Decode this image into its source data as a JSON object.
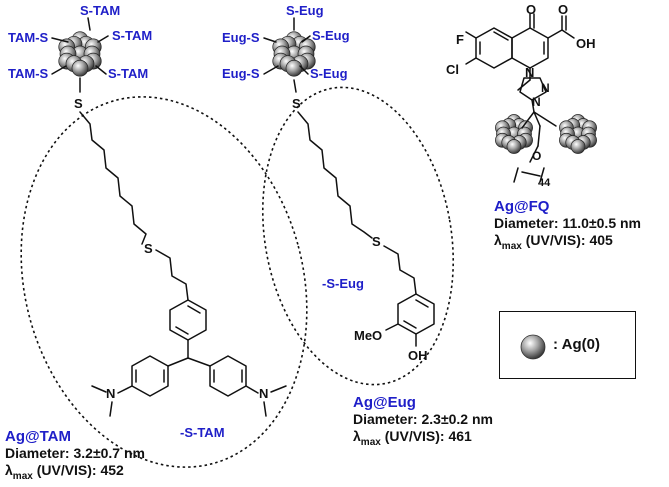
{
  "panels": [
    {
      "key": "tam",
      "name": "Ag@TAM",
      "ligand_labels": [
        "S-TAM",
        "TAM-S",
        "S-TAM",
        "TAM-S",
        "S-TAM"
      ],
      "ligand_tag": "-S-TAM",
      "diameter_label": "Diameter:",
      "diameter_value": "3.2±0.7 nm",
      "lambda_symbol": "λ",
      "lambda_sub": "max",
      "lambda_label": "(UV/VIS):",
      "lambda_value": "452"
    },
    {
      "key": "eug",
      "name": "Ag@Eug",
      "ligand_labels": [
        "S-Eug",
        "Eug-S",
        "S-Eug",
        "Eug-S",
        "S-Eug"
      ],
      "ligand_tag": "-S-Eug",
      "diameter_label": "Diameter:",
      "diameter_value": "2.3±0.2 nm",
      "lambda_symbol": "λ",
      "lambda_sub": "max",
      "lambda_label": "(UV/VIS):",
      "lambda_value": "461"
    },
    {
      "key": "fq",
      "name": "Ag@FQ",
      "diameter_label": "Diameter:",
      "diameter_value": "11.0±0.5 nm",
      "lambda_symbol": "λ",
      "lambda_sub": "max",
      "lambda_label": "(UV/VIS):",
      "lambda_value": "405"
    }
  ],
  "atoms": {
    "sulfur": "S",
    "fluorine": "F",
    "chlorine": "Cl",
    "nitrogen": "N",
    "oxygen": "O",
    "carboxyl": "OH",
    "methoxy": "MeO",
    "hydroxyl": "OH",
    "peg_repeat": "44"
  },
  "legend": {
    "text": ": Ag(0)"
  },
  "colors": {
    "label_blue": "#1f1fc8",
    "text_black": "#111111"
  }
}
